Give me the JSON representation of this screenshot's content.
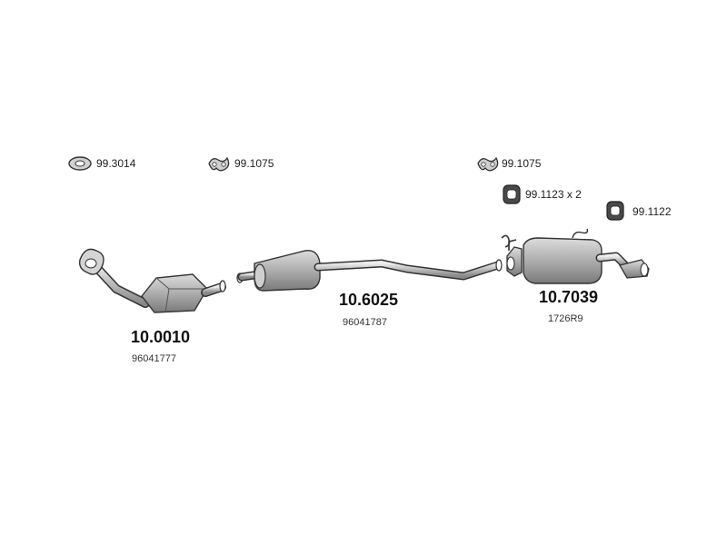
{
  "hardware": [
    {
      "code": "99.3014",
      "icon": "rubber-ring-icon"
    },
    {
      "code": "99.1075",
      "icon": "rubber-hanger-icon"
    },
    {
      "code": "99.1075",
      "icon": "rubber-hanger-icon"
    },
    {
      "code": "99.1123 x 2",
      "icon": "rubber-mount-icon"
    },
    {
      "code": "99.1122",
      "icon": "rubber-mount-icon"
    }
  ],
  "parts": [
    {
      "part_number": "10.0010",
      "oem": "96041777",
      "kind": "catalytic-converter"
    },
    {
      "part_number": "10.6025",
      "oem": "96041787",
      "kind": "middle-silencer"
    },
    {
      "part_number": "10.7039",
      "oem": "1726R9",
      "kind": "rear-silencer"
    }
  ],
  "colors": {
    "fill": "#c8c8c8",
    "fill_dark": "#8c8c8c",
    "stroke": "#333333"
  }
}
